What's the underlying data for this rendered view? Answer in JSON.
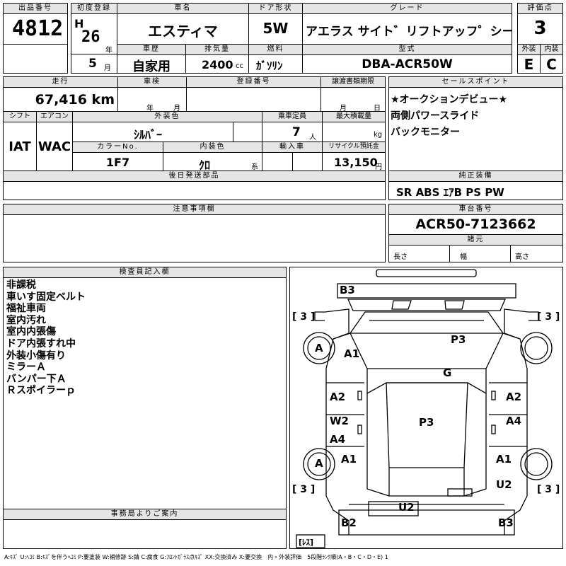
{
  "sheet": {
    "lot_label": "出品番号",
    "lot_number": "4812",
    "first_reg_label": "初度登録",
    "era": "H",
    "year": "26",
    "year_unit": "年",
    "month": "5",
    "month_unit": "月",
    "car_name_label": "車名",
    "car_name": "エスティマ",
    "door_label": "ドア形状",
    "door": "5W",
    "grade_label": "グレード",
    "grade": "アエラス サイト゛リフトアッフ゜シート",
    "score_label": "評価点",
    "score": "3",
    "exterior_label": "外装",
    "exterior": "E",
    "interior_label": "内装",
    "interior": "C",
    "history_label": "車歴",
    "history": "自家用",
    "displacement_label": "排気量",
    "displacement": "2400",
    "displacement_unit": "cc",
    "fuel_label": "燃料",
    "fuel": "ｶﾞｿﾘﾝ",
    "model_label": "型式",
    "model": "DBA-ACR50W"
  },
  "details": {
    "mileage_label": "走行",
    "mileage": "67,416 km",
    "inspection_label": "車検",
    "inspection_year_unit": "年",
    "inspection_month_unit": "月",
    "reg_label": "登録番号",
    "transfer_label": "譲渡書類期限",
    "transfer_month_unit": "月",
    "transfer_day_unit": "日",
    "shift_label": "シフト",
    "shift": "IAT",
    "aircon_label": "エアコン",
    "aircon": "WAC",
    "color_label": "外装色",
    "color": "ｼﾙﾊﾞｰ",
    "capacity_label": "乗車定員",
    "capacity": "7",
    "capacity_unit": "人",
    "load_label": "最大積載量",
    "load_unit": "kg",
    "colorno_label": "カラーNo.",
    "colorno": "1F7",
    "interior_color_label": "内装色",
    "interior_color": "ｸﾛ",
    "interior_color_unit": "系",
    "import_label": "輸入車",
    "recycle_label": "リサイクル預託金",
    "recycle": "13,150",
    "recycle_unit": "円",
    "later_parts_label": "後日発送部品"
  },
  "sales": {
    "label": "セールスポイント",
    "lines": [
      "★オークションデビュー★",
      "両側パワースライド",
      "バックモニター"
    ]
  },
  "equipment": {
    "label": "純正装備",
    "value": "SR ABS ｴｱB PS PW"
  },
  "notes": {
    "label": "注意事項欄"
  },
  "chassis": {
    "label": "車台番号",
    "value": "ACR50-7123662",
    "dims_label": "諸元",
    "length_label": "長さ",
    "width_label": "幅",
    "height_label": "高さ"
  },
  "inspector": {
    "label": "検査員記入欄",
    "lines": [
      "非課税",
      "車いす固定ベルト",
      "福祉車両",
      "室内汚れ",
      "室内内張傷",
      "ドア内張すれ中",
      "外装小傷有り",
      "ミラーＡ",
      "バンパー下Ａ",
      "Ｒスポイラーｐ"
    ]
  },
  "office": {
    "label": "事務局よりご案内"
  },
  "diagram": {
    "b3_top": "B3",
    "tire_fl": "[ 3 ]",
    "tire_fr": "[ 3 ]",
    "tire_rl": "[ 3 ]",
    "tire_rr": "[ 3 ]",
    "wheel_fl": "A",
    "wheel_rl": "A",
    "a1_fl": "A1",
    "a1_rl": "A1",
    "a1_rr": "A1",
    "p3_roof": "P3",
    "g_glass": "G",
    "a2_left": "A2",
    "a2_right": "A2",
    "w2_left": "W2",
    "p3_center": "P3",
    "a4_left": "A4",
    "a4_right": "A4",
    "u2_right": "U2",
    "u2_bottom": "U2",
    "b2_bottom": "B2",
    "b3_bottom": "B3",
    "spare": "[ﾚｽ]"
  },
  "legend": "A:ｷｽﾞ U:ﾍｺﾐ B:ｷｽﾞを伴うﾍｺﾐ P:要塗装 W:補修跡 S:錆 C:腐食 G:ﾌﾛﾝﾄｶﾞﾗｽ点ｷｽﾞ XX:交換済み X:要交換　内・外装評価　5段階ﾗﾝｸ順(A・B・C・D・E) 1"
}
